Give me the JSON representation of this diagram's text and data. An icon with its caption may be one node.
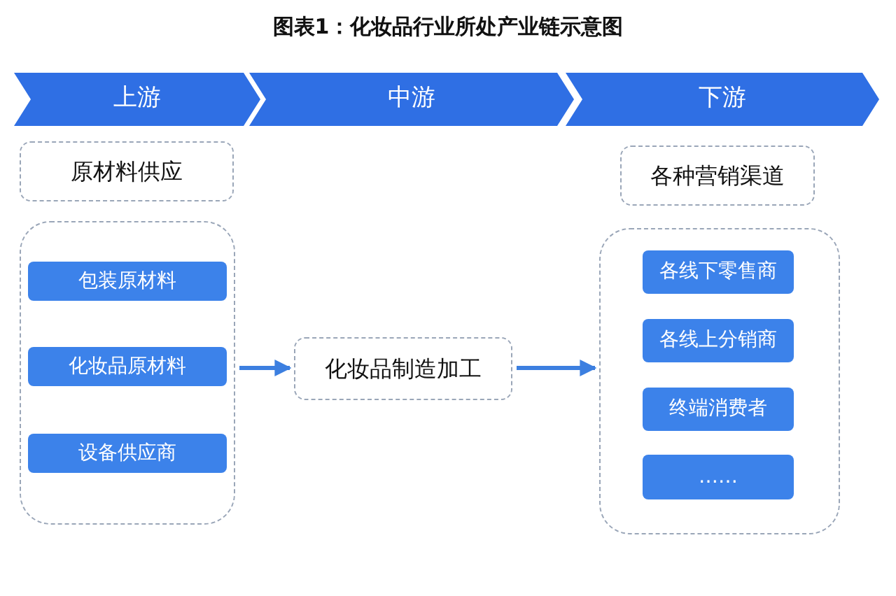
{
  "diagram": {
    "title": "图表1：化妆品行业所处产业链示意图",
    "nodes": [
      {
        "text": [
          "上游"
        ]
      },
      {
        "text": [
          "中游"
        ]
      },
      {
        "text": [
          "下游"
        ]
      },
      {
        "text": [
          "原材料供应"
        ]
      },
      {
        "text": [],
        "shape": "box"
      },
      {
        "text": [
          "包装原材料"
        ],
        "in": 4
      },
      {
        "text": [
          "化妆品原材料"
        ],
        "in": 4
      },
      {
        "text": [
          "设备供应商"
        ],
        "in": 4
      },
      {
        "text": [
          "化妆品制造加工"
        ]
      },
      {
        "text": [
          "各种营销渠道"
        ]
      },
      {
        "text": [],
        "shape": "box"
      },
      {
        "text": [
          "各线下零售商"
        ],
        "in": 10
      },
      {
        "text": [
          "各线上分销商"
        ],
        "in": 10
      },
      {
        "text": [
          "终端消费者"
        ],
        "in": 10
      },
      {
        "text": [
          "……"
        ],
        "in": 10
      }
    ],
    "edges": [
      {
        "from": 4,
        "to": 8,
        "arrow": "to"
      },
      {
        "from": 8,
        "to": 10,
        "arrow": "to"
      }
    ]
  }
}
